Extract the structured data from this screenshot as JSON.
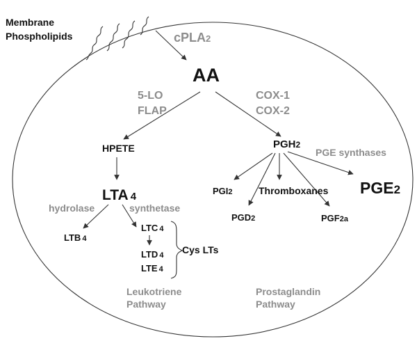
{
  "membrane": {
    "line1": "Membrane",
    "line2": "Phospholipids"
  },
  "enzymes": {
    "cpla_main": "cPLA",
    "cpla_sub": "2",
    "lo5": "5-LO",
    "flap": "FLAP",
    "cox1": "COX-1",
    "cox2": "COX-2",
    "pge_synthases": "PGE synthases",
    "hydrolase": "hydrolase",
    "synthetase": "synthetase"
  },
  "metabolites": {
    "aa": "AA",
    "hpete": "HPETE",
    "pgh_main": "PGH",
    "pgh_sub": "2",
    "lta_main": "LTA",
    "lta_sub": "4",
    "ltb_main": "LTB",
    "ltb_sub": "4",
    "ltc_main": "LTC",
    "ltc_sub": "4",
    "ltd_main": "LTD",
    "ltd_sub": "4",
    "lte_main": "LTE",
    "lte_sub": "4",
    "cys_lts": "Cys LTs",
    "pgi_main": "PGI",
    "pgi_sub": "2",
    "thromboxanes": "Thromboxanes",
    "pge_main": "PGE",
    "pge_sub": "2",
    "pgd_main": "PGD",
    "pgd_sub": "2",
    "pgf_main": "PGF",
    "pgf_sub": "2a"
  },
  "pathways": {
    "leuko_line1": "Leukotriene",
    "leuko_line2": "Pathway",
    "prosta_line1": "Prostaglandin",
    "prosta_line2": "Pathway"
  },
  "colors": {
    "text": "#111111",
    "enzyme": "#8c8c8c",
    "line": "#333333"
  }
}
